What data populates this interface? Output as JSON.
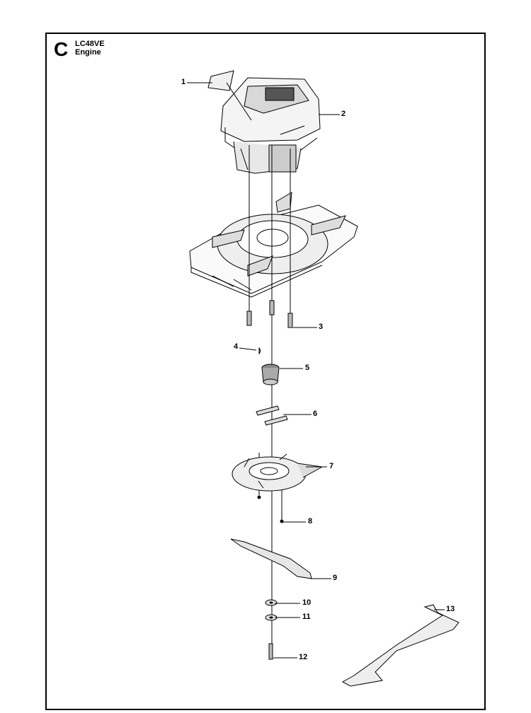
{
  "header": {
    "section_letter": "C",
    "model": "LC48VE",
    "title": "Engine"
  },
  "callouts": [
    {
      "id": 1,
      "label": "1"
    },
    {
      "id": 2,
      "label": "2"
    },
    {
      "id": 3,
      "label": "3"
    },
    {
      "id": 4,
      "label": "4"
    },
    {
      "id": 5,
      "label": "5"
    },
    {
      "id": 6,
      "label": "6"
    },
    {
      "id": 7,
      "label": "7"
    },
    {
      "id": 8,
      "label": "8"
    },
    {
      "id": 9,
      "label": "9"
    },
    {
      "id": 10,
      "label": "10"
    },
    {
      "id": 11,
      "label": "11"
    },
    {
      "id": 12,
      "label": "12"
    },
    {
      "id": 13,
      "label": "13"
    }
  ],
  "parts": [
    {
      "callout": "1",
      "icon": "engine-cover-label-icon"
    },
    {
      "callout": "2",
      "icon": "engine-icon"
    },
    {
      "callout": "3",
      "icon": "bolt-icon"
    },
    {
      "callout": "4",
      "icon": "key-icon"
    },
    {
      "callout": "5",
      "icon": "blade-adapter-icon"
    },
    {
      "callout": "6",
      "icon": "key-plate-icon"
    },
    {
      "callout": "7",
      "icon": "blade-hub-icon"
    },
    {
      "callout": "8",
      "icon": "screw-icon"
    },
    {
      "callout": "9",
      "icon": "blade-icon"
    },
    {
      "callout": "10",
      "icon": "washer-icon"
    },
    {
      "callout": "11",
      "icon": "washer-icon"
    },
    {
      "callout": "12",
      "icon": "bolt-icon"
    },
    {
      "callout": "13",
      "icon": "blade-icon"
    }
  ]
}
